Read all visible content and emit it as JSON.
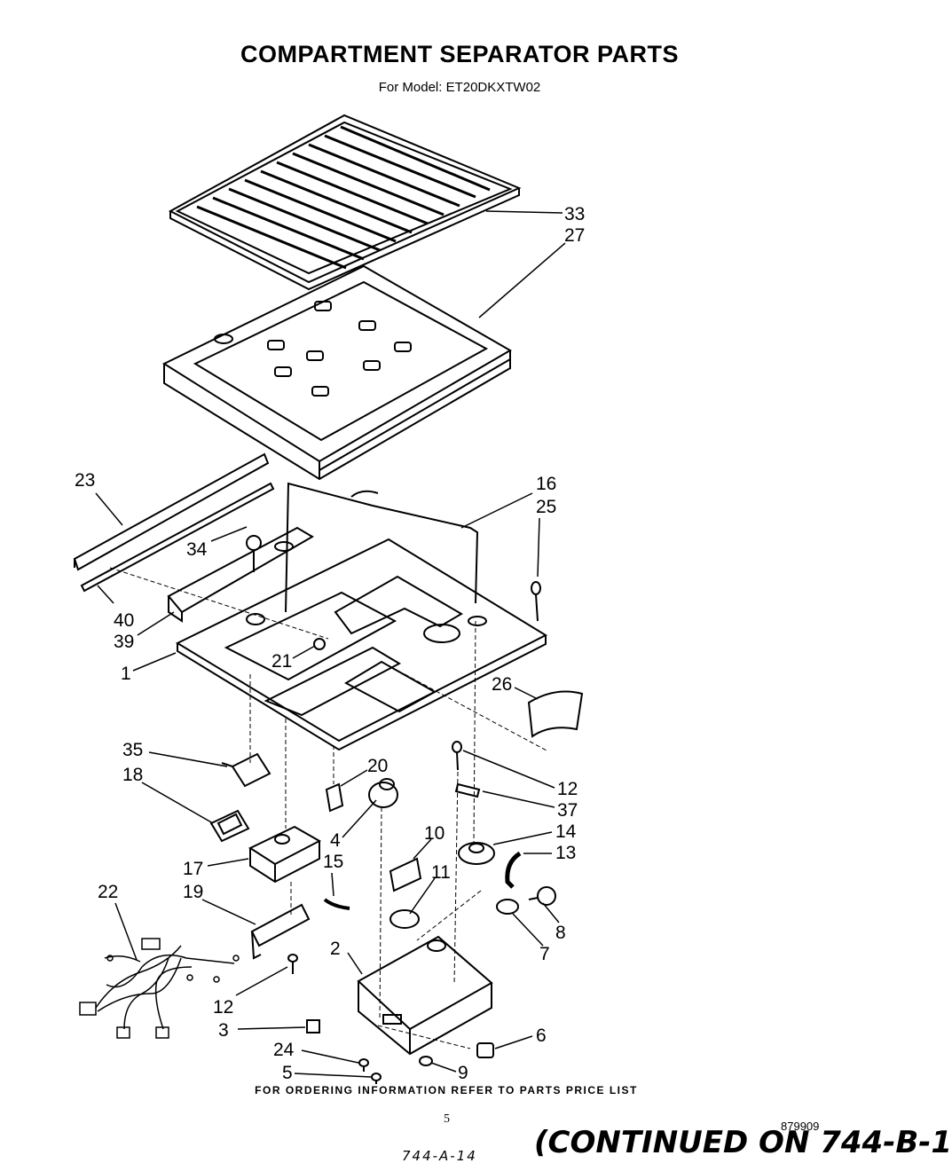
{
  "header": {
    "title": "COMPARTMENT SEPARATOR PARTS",
    "subtitle": "For Model: ET20DKXTW02"
  },
  "callouts": {
    "c33": "33",
    "c27": "27",
    "c23": "23",
    "c16": "16",
    "c25": "25",
    "c34": "34",
    "c40": "40",
    "c39": "39",
    "c21": "21",
    "c1": "1",
    "c26": "26",
    "c35": "35",
    "c18": "18",
    "c20": "20",
    "c12a": "12",
    "c37": "37",
    "c14": "14",
    "c10": "10",
    "c13": "13",
    "c4": "4",
    "c15": "15",
    "c17": "17",
    "c11": "11",
    "c22": "22",
    "c19": "19",
    "c8": "8",
    "c7": "7",
    "c2": "2",
    "c12b": "12",
    "c3": "3",
    "c6": "6",
    "c24": "24",
    "c9": "9",
    "c5": "5"
  },
  "footer": {
    "ordering_note": "FOR ORDERING INFORMATION REFER TO PARTS PRICE LIST",
    "page_number": "5",
    "doc_number": "879909",
    "handwritten_ref": "744-A-14",
    "continued": "(CONTINUED ON 744-B-1"
  }
}
